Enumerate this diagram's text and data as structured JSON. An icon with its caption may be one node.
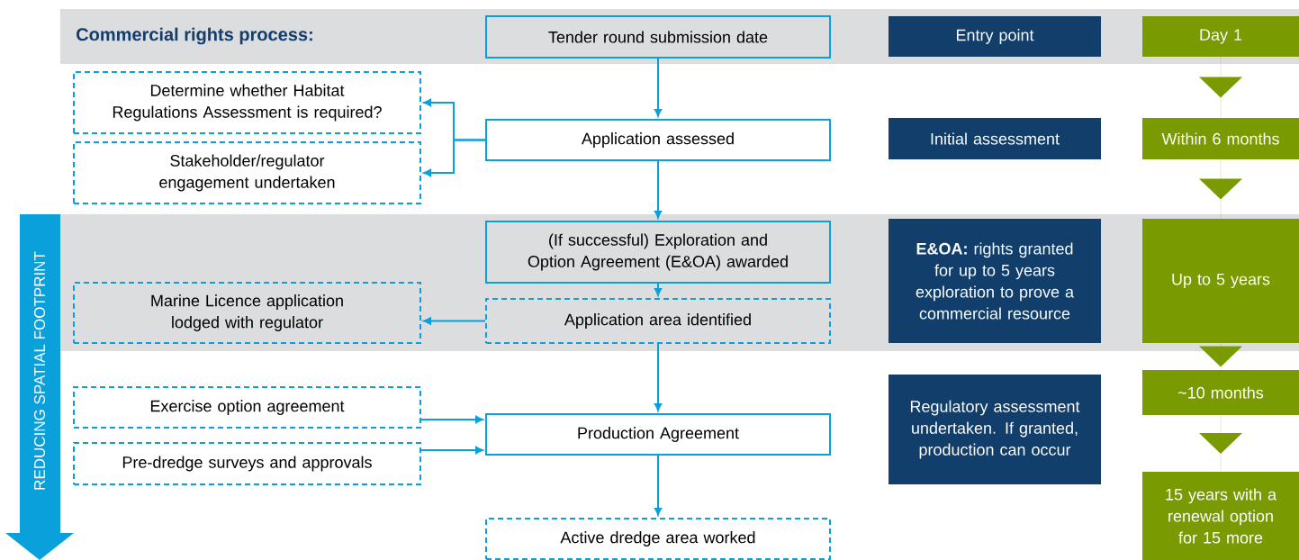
{
  "diagram": {
    "title": "Commercial rights process:",
    "nodes": [
      {
        "text": [
          "Tender round submission date"
        ]
      },
      {
        "text": [
          "Application assessed"
        ]
      },
      {
        "text": [
          "Determine whether Habitat Regulations Assessment is required?"
        ]
      },
      {
        "text": [
          "Stakeholder/regulator engagement undertaken"
        ]
      },
      {
        "text": [
          "(If successful) Exploration and Option Agreement (E&OA) awarded"
        ]
      },
      {
        "text": [
          "Application area identified"
        ]
      },
      {
        "text": [
          "Marine Licence application lodged with regulator"
        ]
      },
      {
        "text": [
          "Exercise option agreement"
        ]
      },
      {
        "text": [
          "Pre-dredge surveys and approvals"
        ]
      },
      {
        "text": [
          "Production Agreement"
        ]
      },
      {
        "text": [
          "Active dredge area worked"
        ]
      },
      {
        "text": [
          "Entry point"
        ]
      },
      {
        "text": [
          "Initial assessment"
        ]
      },
      {
        "text": [
          "**E&OA:** rights granted for up to 5 years exploration to prove a commercial resource"
        ]
      },
      {
        "text": [
          "Regulatory assessment undertaken. If granted, production can occur"
        ]
      },
      {
        "text": [
          "Day 1"
        ]
      },
      {
        "text": [
          "Within 6 months"
        ]
      },
      {
        "text": [
          "Up to 5 years"
        ]
      },
      {
        "text": [
          "~10 months"
        ]
      },
      {
        "text": [
          "15 years with a renewal option for 15 more"
        ]
      }
    ],
    "edges": [
      {
        "from": 0,
        "to": 1,
        "arrow": "to"
      },
      {
        "from": 1,
        "to": 2,
        "arrow": "to"
      },
      {
        "from": 1,
        "to": 3,
        "arrow": "to"
      },
      {
        "from": 1,
        "to": 4,
        "arrow": "to"
      },
      {
        "from": 4,
        "to": 5,
        "arrow": "to"
      },
      {
        "from": 5,
        "to": 6,
        "arrow": "to"
      },
      {
        "from": 5,
        "to": 9,
        "arrow": "to"
      },
      {
        "from": 7,
        "to": 9,
        "arrow": "to"
      },
      {
        "from": 8,
        "to": 9,
        "arrow": "to"
      },
      {
        "from": 9,
        "to": 10,
        "arrow": "to"
      },
      {
        "from": 15,
        "to": 16,
        "arrow": "to",
        "color": "#7a9a01"
      },
      {
        "from": 16,
        "to": 17,
        "arrow": "to",
        "color": "#7a9a01"
      },
      {
        "from": 17,
        "to": 18,
        "arrow": "to",
        "color": "#7a9a01"
      },
      {
        "from": 18,
        "to": 19,
        "arrow": "to",
        "color": "#7a9a01"
      }
    ],
    "labels": [
      "REDUCING SPATIAL FOOTPRINT"
    ]
  }
}
